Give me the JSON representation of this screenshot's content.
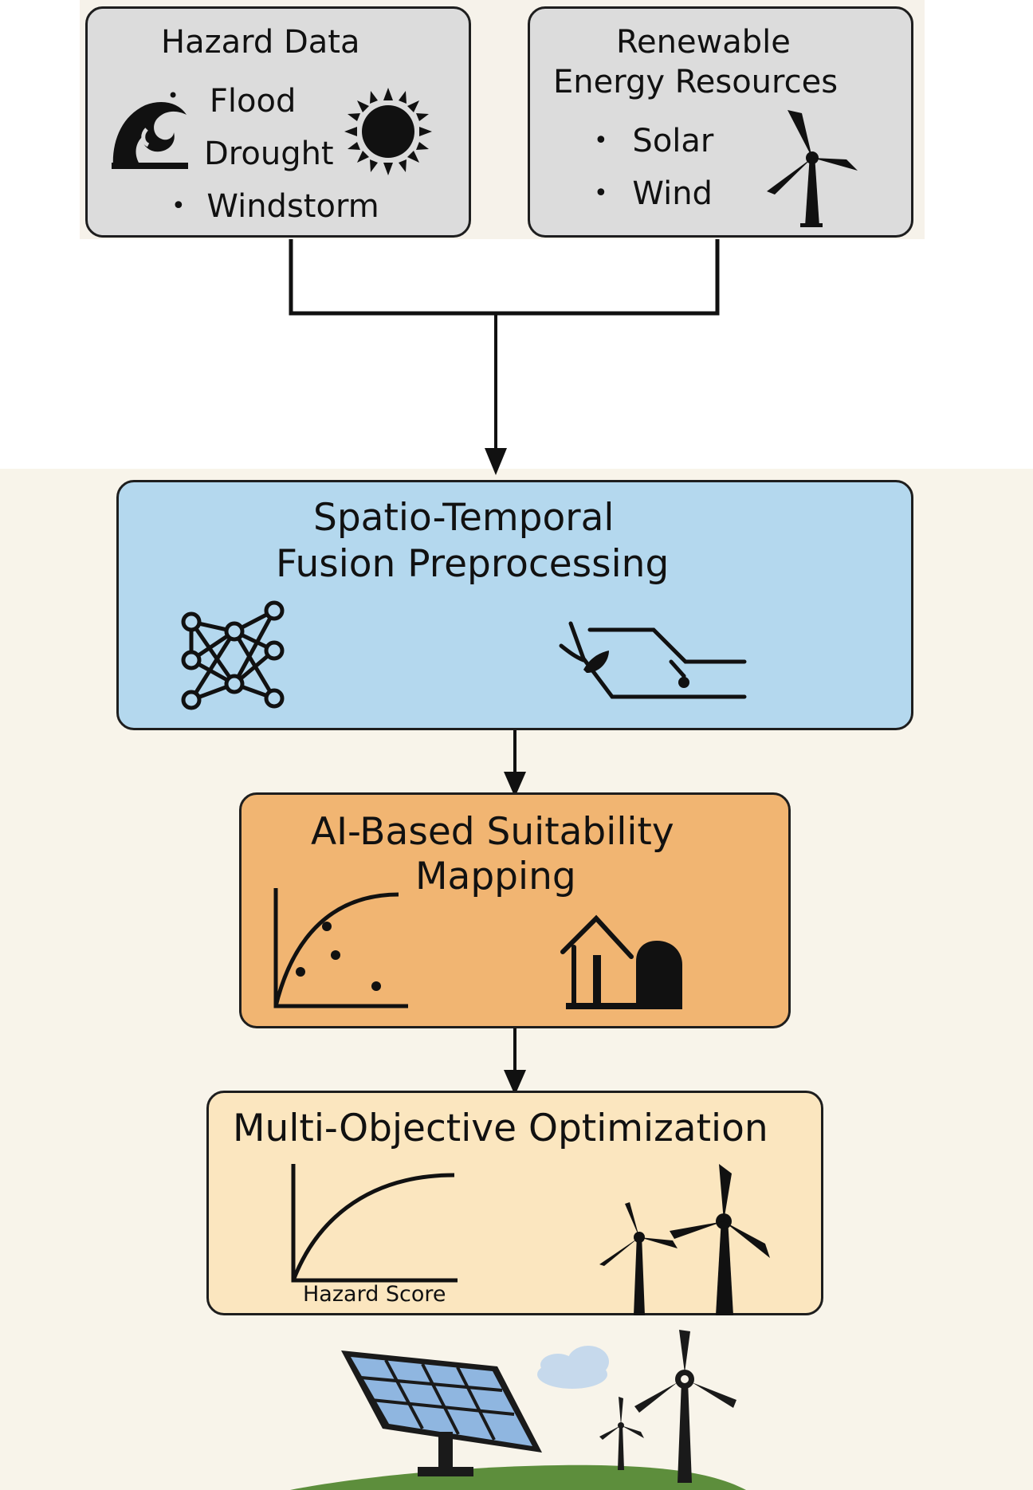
{
  "hazard": {
    "title": "Hazard Data",
    "items": [
      "Flood",
      "Drought",
      "Windstorm"
    ]
  },
  "renewable": {
    "title_line1": "Renewable",
    "title_line2": "Energy Resources",
    "items": [
      "Solar",
      "Wind"
    ]
  },
  "preprocessing": {
    "title_line1": "Spatio-Temporal",
    "title_line2": "Fusion Preprocessing"
  },
  "suitability": {
    "title_line1": "AI-Based Suitability",
    "title_line2": "Mapping"
  },
  "optimization": {
    "title": "Multi-Objective Optimization",
    "axis_label": "Hazard Score"
  },
  "icons": {
    "hazard": [
      "wave-icon",
      "sun-icon"
    ],
    "renewable": [
      "wind-turbine-icon"
    ],
    "preprocessing": [
      "neural-network-icon",
      "circuit-branch-icon"
    ],
    "suitability": [
      "scatter-curve-icon",
      "house-icon"
    ],
    "optimization": [
      "pareto-curve-icon",
      "wind-turbines-icon"
    ],
    "footer": [
      "solar-panel-icon",
      "cloud-icon",
      "wind-turbine-icon"
    ]
  },
  "colors": {
    "grey_box": "#dcdcdc",
    "blue_box": "#b4d8ee",
    "orange_box": "#f1b572",
    "cream_box": "#fbe6bf",
    "grass": "#5d8e3c",
    "panel": "#8fb6e0"
  }
}
